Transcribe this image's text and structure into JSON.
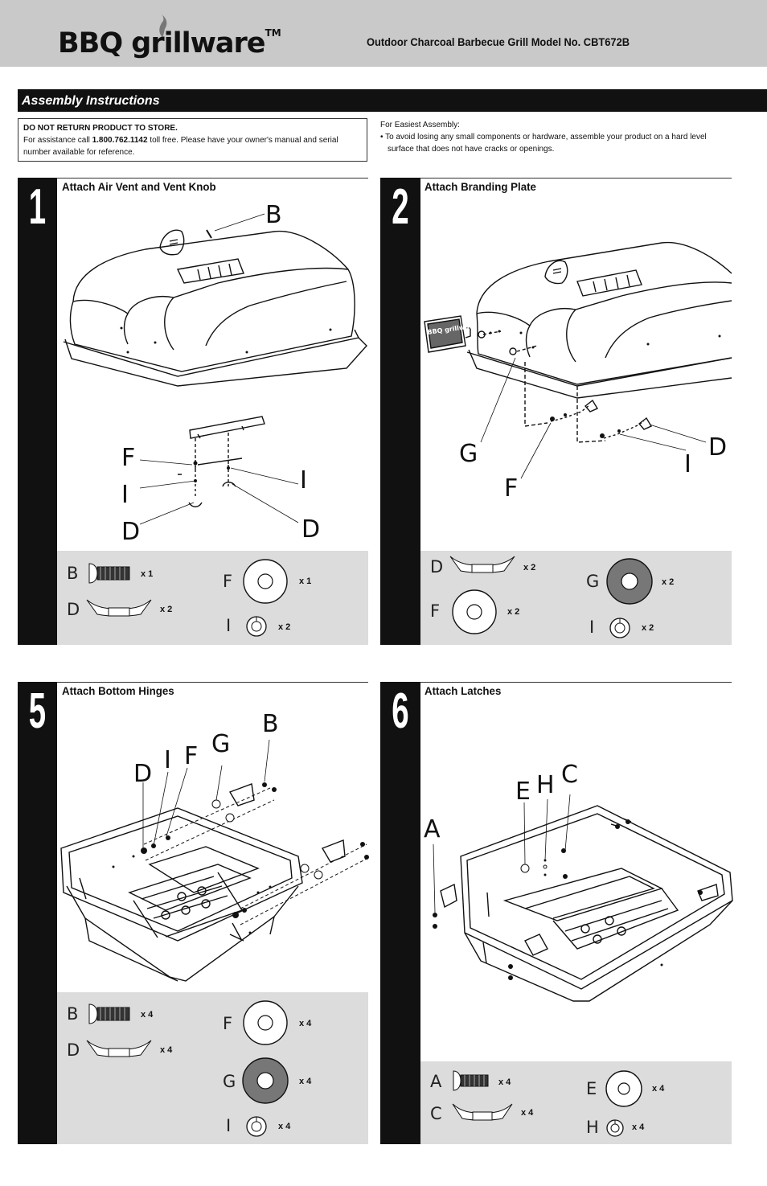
{
  "header": {
    "brand": "BBQ grillware",
    "trademark": "TM",
    "model": "Outdoor Charcoal Barbecue Grill  Model No. CBT672B"
  },
  "section_title": "Assembly Instructions",
  "notice": {
    "heading": "DO NOT RETURN PRODUCT TO STORE.",
    "text_before": "For assistance call ",
    "phone": "1.800.762.1142",
    "text_after": " toll free. Please have your owner's manual and serial number available for reference."
  },
  "easy": {
    "heading": "For Easiest Assembly:",
    "bullet": "• To avoid losing any small components or hardware, assemble your product on a hard level surface that does not have cracks or openings."
  },
  "steps": [
    {
      "number": "1",
      "title": "Attach Air Vent and Vent Knob",
      "callouts": [
        "B",
        "F",
        "I",
        "D",
        "I",
        "D"
      ],
      "parts": [
        {
          "letter": "B",
          "qty": "x 1"
        },
        {
          "letter": "D",
          "qty": "x 2"
        },
        {
          "letter": "F",
          "qty": "x 1"
        },
        {
          "letter": "I",
          "qty": "x 2"
        }
      ]
    },
    {
      "number": "2",
      "title": "Attach Branding Plate",
      "callouts": [
        "G",
        "F",
        "I",
        "D"
      ],
      "parts": [
        {
          "letter": "D",
          "qty": "x 2"
        },
        {
          "letter": "F",
          "qty": "x 2"
        },
        {
          "letter": "G",
          "qty": "x 2"
        },
        {
          "letter": "I",
          "qty": "x 2"
        }
      ]
    },
    {
      "number": "5",
      "title": "Attach Bottom Hinges",
      "callouts": [
        "B",
        "D",
        "I",
        "F",
        "G"
      ],
      "parts": [
        {
          "letter": "B",
          "qty": "x 4"
        },
        {
          "letter": "D",
          "qty": "x 4"
        },
        {
          "letter": "F",
          "qty": "x 4"
        },
        {
          "letter": "G",
          "qty": "x 4"
        },
        {
          "letter": "I",
          "qty": "x 4"
        }
      ]
    },
    {
      "number": "6",
      "title": "Attach Latches",
      "callouts": [
        "E",
        "H",
        "C",
        "A"
      ],
      "parts": [
        {
          "letter": "A",
          "qty": "x 4"
        },
        {
          "letter": "C",
          "qty": "x 4"
        },
        {
          "letter": "E",
          "qty": "x 4"
        },
        {
          "letter": "H",
          "qty": "x 4"
        }
      ]
    }
  ],
  "plate_text": "BBQ grillware",
  "colors": {
    "header_bg": "#c9c9c9",
    "bar": "#111111",
    "parts_bg": "#dcdcdc",
    "washer_dark": "#777777"
  }
}
